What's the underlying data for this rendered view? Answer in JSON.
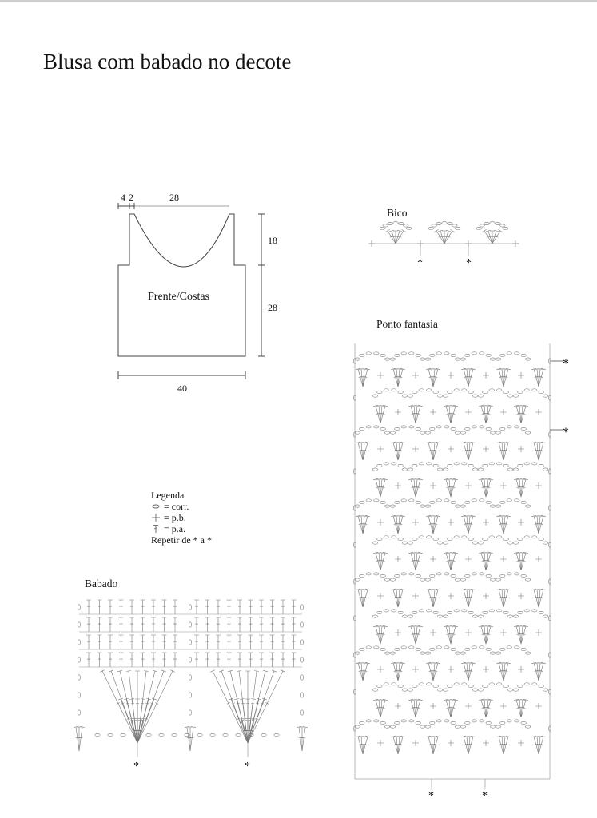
{
  "title": "Blusa com babado no decote",
  "schematic": {
    "label": "Frente/Costas",
    "dims_top": [
      "4",
      "2",
      "28"
    ],
    "dims_right": [
      "18",
      "28"
    ],
    "dim_bottom": "40"
  },
  "bico": {
    "label": "Bico",
    "markers": [
      "*",
      "*"
    ]
  },
  "ponto_fantasia": {
    "label": "Ponto fantasia",
    "markers_side": [
      "*",
      "*"
    ],
    "markers_bottom": [
      "*",
      "*"
    ]
  },
  "legend": {
    "title": "Legenda",
    "items": [
      {
        "icon": "chain-stitch-icon",
        "text": "= corr."
      },
      {
        "icon": "single-crochet-icon",
        "text": "= p.b."
      },
      {
        "icon": "double-crochet-icon",
        "text": "= p.a."
      }
    ],
    "repeat": "Repetir de * a *"
  },
  "babado": {
    "label": "Babado",
    "markers": [
      "*",
      "*"
    ]
  },
  "colors": {
    "ink": "#111111",
    "line": "#444444"
  }
}
